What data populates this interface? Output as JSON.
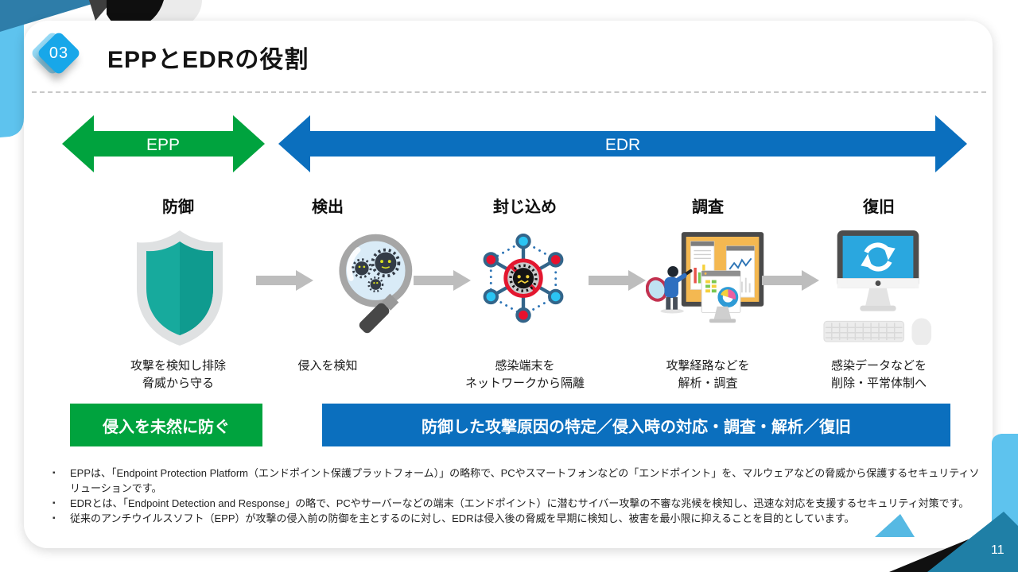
{
  "slide": {
    "badge_number": "03",
    "title": "EPPとEDRの役割",
    "page_number": "11"
  },
  "banners": {
    "epp": {
      "label": "EPP",
      "color": "#00A33E"
    },
    "edr": {
      "label": "EDR",
      "color": "#0B6FBE"
    }
  },
  "columns": [
    {
      "header": "防御",
      "icon": "shield-icon",
      "caption_line1": "攻撃を検知し排除",
      "caption_line2": "脅威から守る"
    },
    {
      "header": "検出",
      "icon": "magnifier-virus-icon",
      "caption_line1": "侵入を検知",
      "caption_line2": ""
    },
    {
      "header": "封じ込め",
      "icon": "network-isolation-icon",
      "caption_line1": "感染端末を",
      "caption_line2": "ネットワークから隔離"
    },
    {
      "header": "調査",
      "icon": "investigation-dashboard-icon",
      "caption_line1": "攻撃経路などを",
      "caption_line2": "解析・調査"
    },
    {
      "header": "復旧",
      "icon": "pc-restore-icon",
      "caption_line1": "感染データなどを",
      "caption_line2": "削除・平常体制へ"
    }
  ],
  "summary_boxes": {
    "epp_box_label": "侵入を未然に防ぐ",
    "edr_box_label": "防御した攻撃原因の特定／侵入時の対応・調査・解析／復旧"
  },
  "notes": {
    "bullet_char": "▪",
    "items": [
      {
        "line1": "EPPは、「Endpoint Protection Platform（エンドポイント保護プラットフォーム）」の略称で、PCやスマートフォンなどの「エンドポイント」を、マルウェアなどの脅威から保護するセキュリティソ",
        "line2": "リューションです。"
      },
      {
        "line1": "EDRとは、「Endpoint Detection and Response」の略で、PCやサーバーなどの端末（エンドポイント）に潜むサイバー攻撃の不審な兆候を検知し、迅速な対応を支援するセキュリティ対策です。",
        "line2": ""
      },
      {
        "line1": "従来のアンチウイルスソフト（EPP）が攻撃の侵入前の防御を主とするのに対し、EDRは侵入後の脅威を早期に検知し、被害を最小限に抑えることを目的としています。",
        "line2": ""
      }
    ]
  },
  "colors": {
    "epp_green": "#00A33E",
    "edr_blue": "#0B6FBE",
    "badge_blue": "#18A7E9",
    "corner_cyan": "#5EC3EE",
    "corner_teal": "#1F7FA6",
    "corner_steel_blue": "#2E7DA9",
    "shield_teal": "#17AA9D",
    "flow_arrow_gray": "#BDBDBD"
  }
}
